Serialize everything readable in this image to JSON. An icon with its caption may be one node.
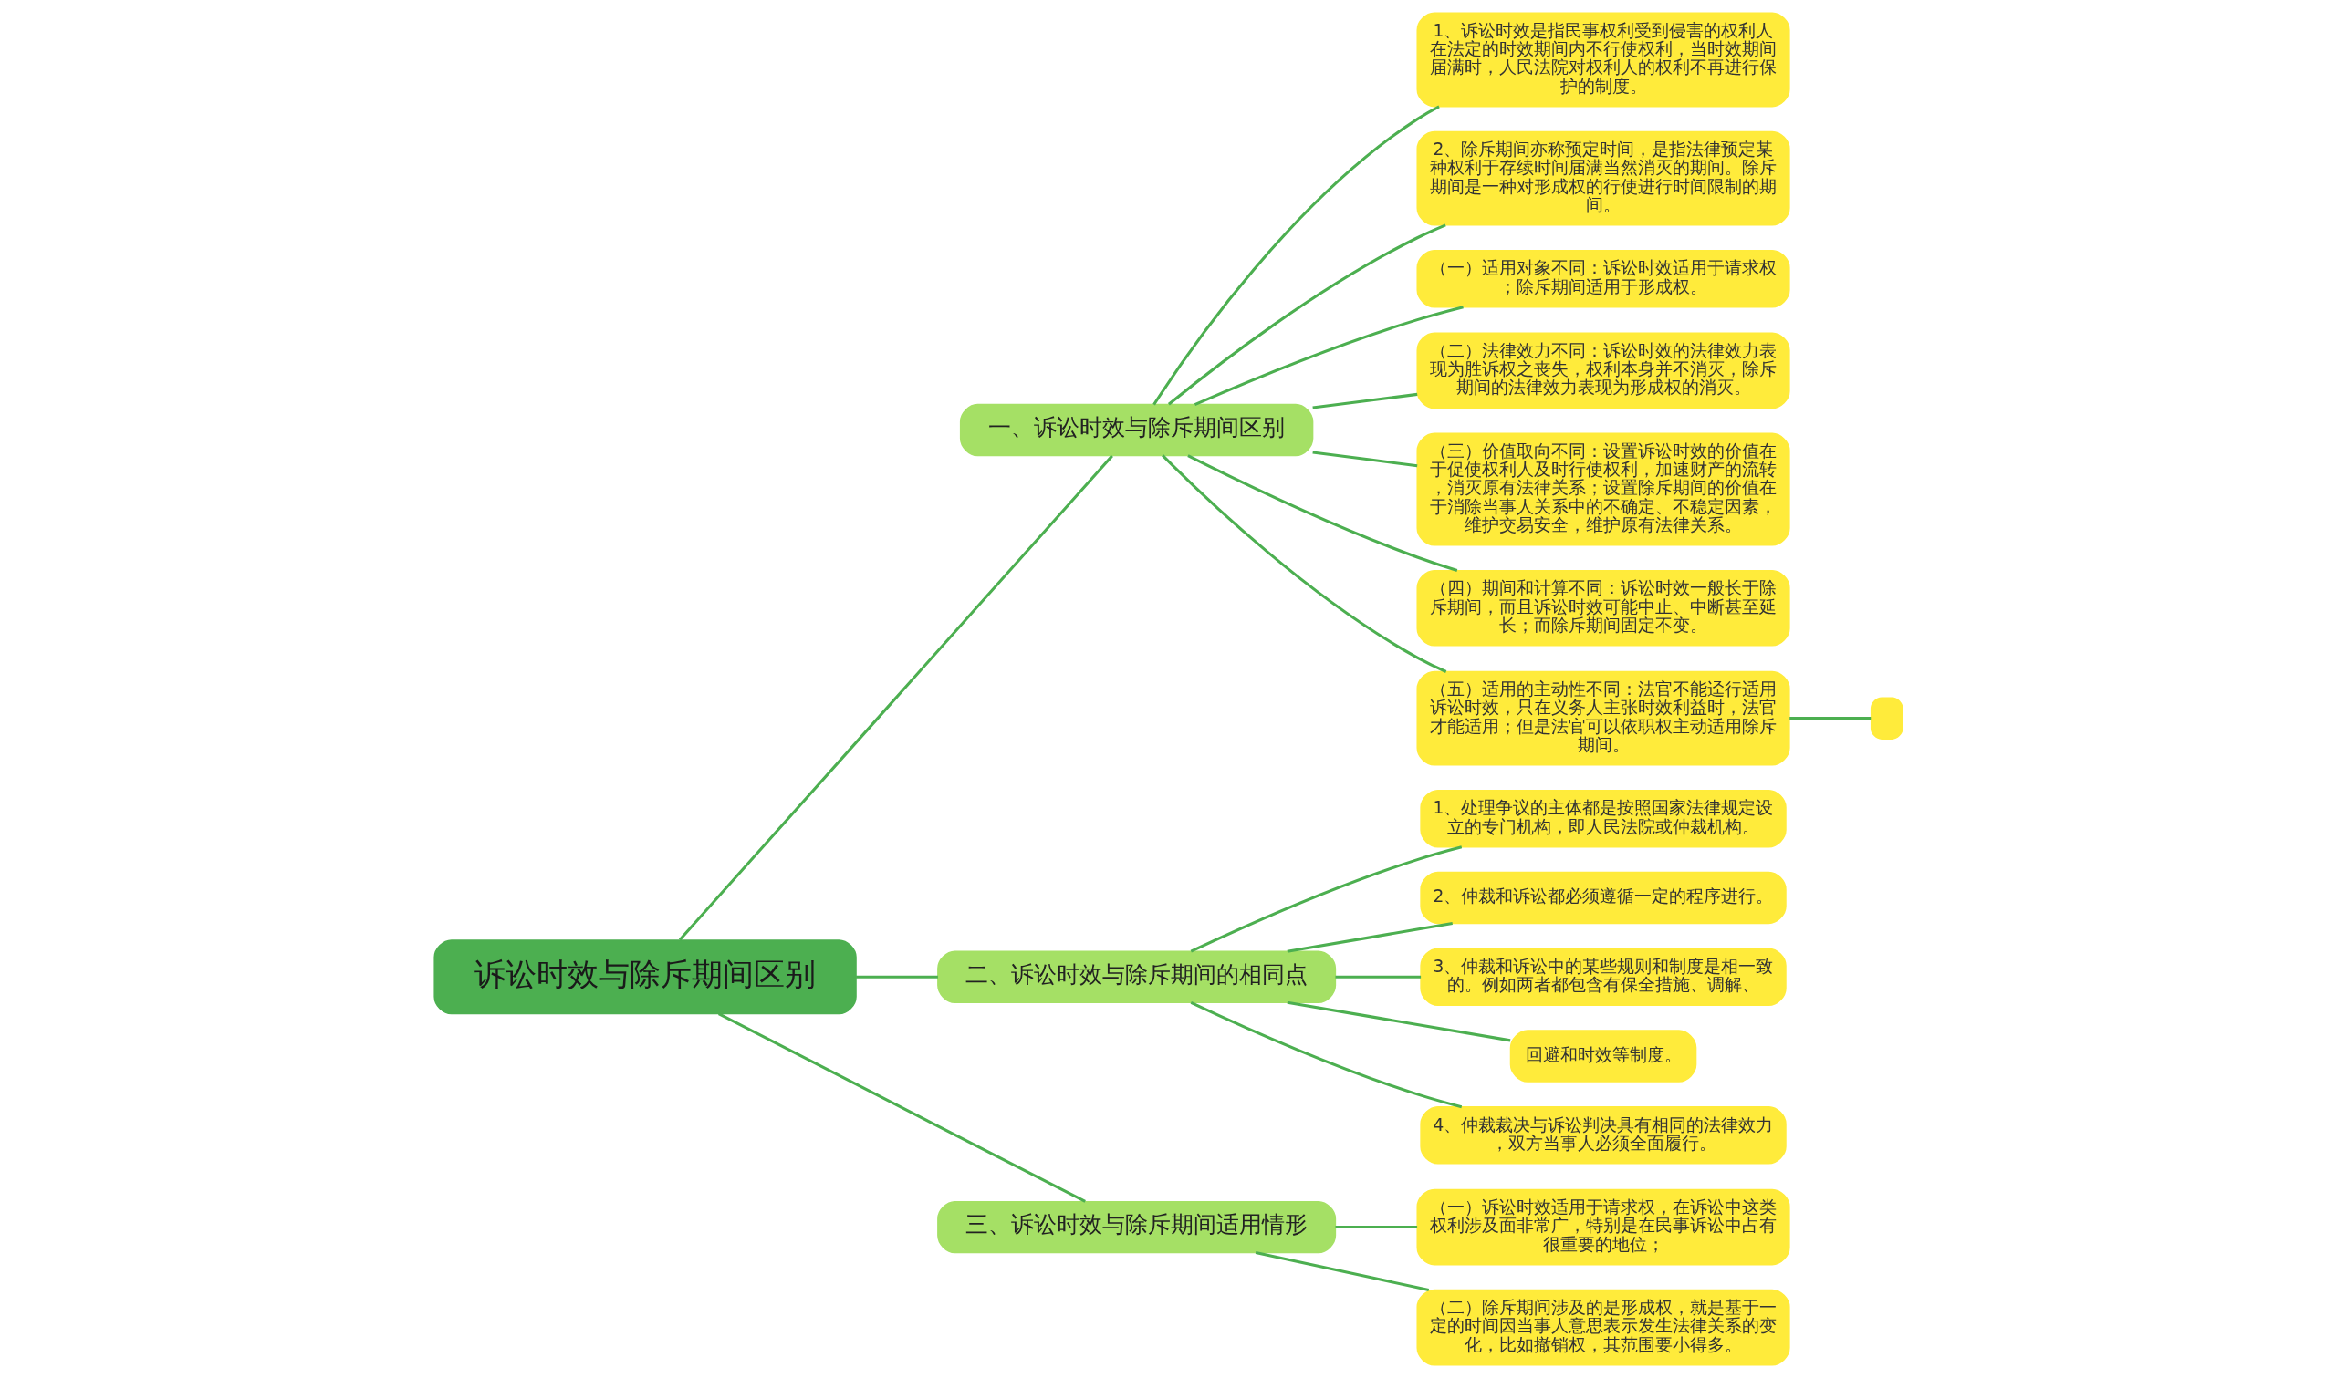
{
  "diagram": {
    "nodes": [
      {
        "text": [
          "诉讼时效与除斥期间区别"
        ]
      },
      {
        "text": [
          "一、诉讼时效与除斥期间区别"
        ]
      },
      {
        "text": [
          "1、诉讼时效是指民事权利受到侵害的权利人在法定的时效期间内不行使权利，当时效期间届满时，人民法院对权利人的权利不再进行保护的制度。"
        ]
      },
      {
        "text": [
          "2、除斥期间亦称预定时间，是指法律预定某种权利于存续时间届满当然消灭的期间。除斥期间是一种对形成权的行使进行时间限制的期间。"
        ]
      },
      {
        "text": [
          "（一）适用对象不同：诉讼时效适用于请求权；除斥期间适用于形成权。"
        ]
      },
      {
        "text": [
          "（二）法律效力不同：诉讼时效的法律效力表现为胜诉权之丧失，权利本身并不消灭，除斥期间的法律效力表现为形成权的消灭。"
        ]
      },
      {
        "text": [
          "（三）价值取向不同：设置诉讼时效的价值在于促使权利人及时行使权利，加速财产的流转，消灭原有法律关系；设置除斥期间的价值在于消除当事人关系中的不确定、不稳定因素，维护交易安全，维护原有法律关系。"
        ]
      },
      {
        "text": [
          "（四）期间和计算不同：诉讼时效一般长于除斥期间，而且诉讼时效可能中止、中断甚至延长；而除斥期间固定不变。"
        ]
      },
      {
        "text": [
          "（五）适用的主动性不同：法官不能迳行适用诉讼时效，只在义务人主张时效利益时，法官才能适用；但是法官可以依职权主动适用除斥期间。"
        ]
      },
      {
        "text": [],
        "shape": "box"
      },
      {
        "text": [
          "二、诉讼时效与除斥期间的相同点"
        ]
      },
      {
        "text": [
          "1、处理争议的主体都是按照国家法律规定设立的专门机构，即人民法院或仲裁机构。"
        ]
      },
      {
        "text": [
          "2、仲裁和诉讼都必须遵循一定的程序进行。"
        ]
      },
      {
        "text": [
          "3、仲裁和诉讼中的某些规则和制度是相一致的。例如两者都包含有保全措施、调解、"
        ]
      },
      {
        "text": [
          "回避和时效等制度。"
        ]
      },
      {
        "text": [
          "4、仲裁裁决与诉讼判决具有相同的法律效力，双方当事人必须全面履行。"
        ]
      },
      {
        "text": [
          "三、诉讼时效与除斥期间适用情形"
        ]
      },
      {
        "text": [
          "（一）诉讼时效适用于请求权，在诉讼中这类权利涉及面非常广，特别是在民事诉讼中占有很重要的地位；"
        ]
      },
      {
        "text": [
          "（二）除斥期间涉及的是形成权，就是基于一定的时间因当事人意思表示发生法律关系的变化，比如撤销权，其范围要小得多。"
        ]
      }
    ],
    "edges": [
      {
        "from": 0,
        "to": 1,
        "arrow": "none"
      },
      {
        "from": 1,
        "to": 2,
        "arrow": "none"
      },
      {
        "from": 1,
        "to": 3,
        "arrow": "none"
      },
      {
        "from": 1,
        "to": 4,
        "arrow": "none"
      },
      {
        "from": 1,
        "to": 5,
        "arrow": "none"
      },
      {
        "from": 1,
        "to": 6,
        "arrow": "none"
      },
      {
        "from": 1,
        "to": 7,
        "arrow": "none"
      },
      {
        "from": 1,
        "to": 8,
        "arrow": "none"
      },
      {
        "from": 8,
        "to": 9,
        "arrow": "none"
      },
      {
        "from": 0,
        "to": 10,
        "arrow": "none"
      },
      {
        "from": 10,
        "to": 11,
        "arrow": "none"
      },
      {
        "from": 10,
        "to": 12,
        "arrow": "none"
      },
      {
        "from": 10,
        "to": 13,
        "arrow": "none"
      },
      {
        "from": 10,
        "to": 14,
        "arrow": "none"
      },
      {
        "from": 10,
        "to": 15,
        "arrow": "none"
      },
      {
        "from": 0,
        "to": 16,
        "arrow": "none"
      },
      {
        "from": 16,
        "to": 17,
        "arrow": "none"
      },
      {
        "from": 16,
        "to": 18,
        "arrow": "none"
      }
    ]
  }
}
